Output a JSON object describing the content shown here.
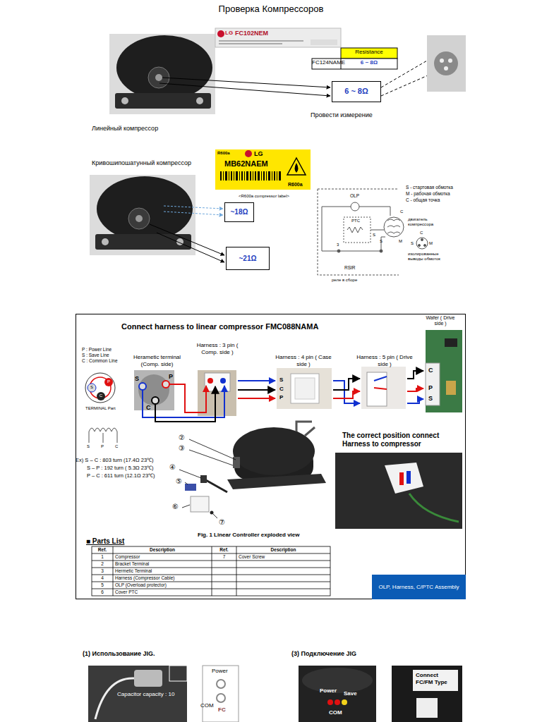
{
  "diagram": {
    "title": "Проверка Компрессоров",
    "nodes": [
      {
        "text": [
          "6 ~ 8Ω"
        ]
      },
      {
        "text": [
          "~18Ω"
        ]
      },
      {
        "text": [
          "~21Ω"
        ]
      },
      {
        "text": [
          "Connect harness to linear compressor FMC088NAMA"
        ]
      },
      {
        "text": [
          "OLP, Harness, C/PTC Assembly"
        ],
        "in": 3
      }
    ],
    "labels": [
      "LG",
      "FC102NEM",
      "Resistance",
      "FC124NAME",
      "6 ~ 8Ω",
      "Провести измерение",
      "Линейный компрессор",
      "Кривошипошатунный компрессор",
      "R600a",
      "LG",
      "MB62NAEM",
      "R600a",
      "<R600a compressor label>",
      "OLP",
      "PTC",
      "S",
      "S",
      "M",
      "C",
      "3",
      "S - стартовая обмотка",
      "M - рабочая обмотка",
      "C - общая точка",
      "двигатель компрессора",
      "C",
      "S",
      "M",
      "изолированные выводы обмоток",
      "RSIR",
      "реле в сборе",
      "Wafer ( Drive side )",
      "P : Power Line",
      "S : Save Line",
      "C : Common Line",
      "Harness : 3 pin ( Comp. side )",
      "Herametic terminal (Comp. side)",
      "Harness : 4 pin ( Case side )",
      "Harness : 5 pin ( Drive side )",
      "S",
      "P",
      "C",
      "S",
      "C",
      "P",
      "C",
      "P",
      "S",
      "S",
      "P",
      "C",
      "TERMINAL Part",
      "S",
      "P",
      "C",
      "Ex) S – C : 803 turn (17.4Ω 23℃)",
      "S – P : 192 turn ( 5.3Ω 23℃)",
      "P – C : 611 turn (12.1Ω 23℃)",
      "The correct position connect Harness to compressor",
      "②",
      "③",
      "④",
      "⑤",
      "⑥",
      "⑦",
      "Fig. 1 Linear Controller exploded view",
      "■ Parts List",
      "Ref.",
      "Description",
      "Ref.",
      "Description",
      "1",
      "Compressor",
      "7",
      "Cover Screw",
      "2",
      "Bracket Terminal",
      "3",
      "Hermetic Terminal",
      "4",
      "Harness (Compressor Cable)",
      "5",
      "OLP (Overload protector)",
      "6",
      "Cover PTC",
      "(1) Использование JIG.",
      "Capacitor capacity : 10",
      "Power",
      "COM",
      "FC",
      "(3) Подключение JIG",
      "Power",
      "Save",
      "COM",
      "Connect FC/FM Type"
    ]
  }
}
